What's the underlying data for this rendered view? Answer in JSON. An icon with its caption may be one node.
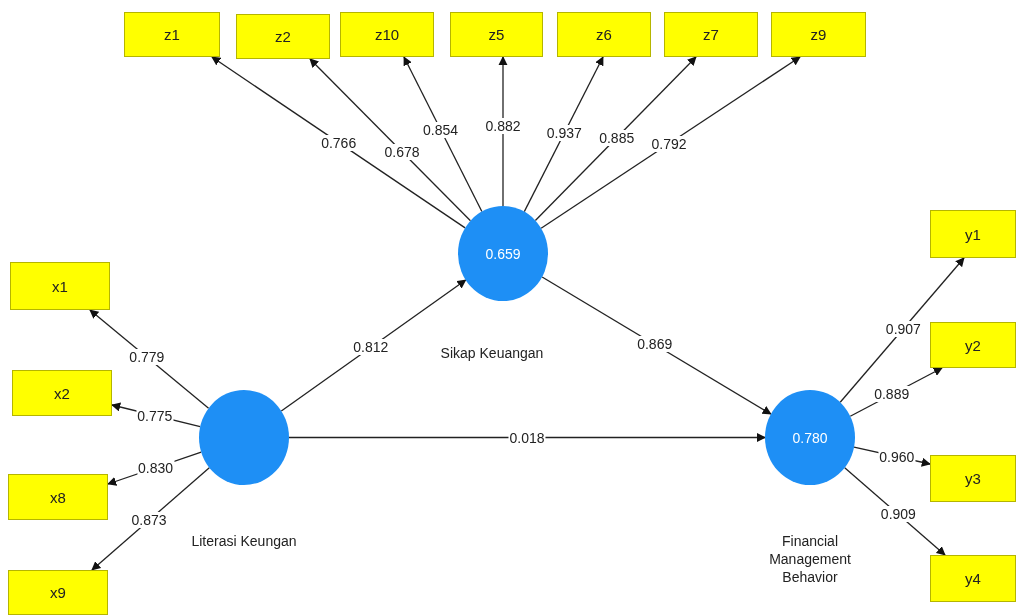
{
  "diagram": {
    "nodes": [
      {
        "text": [
          "z1"
        ]
      },
      {
        "text": [
          "z2"
        ]
      },
      {
        "text": [
          "z10"
        ]
      },
      {
        "text": [
          "z5"
        ]
      },
      {
        "text": [
          "z6"
        ]
      },
      {
        "text": [
          "z7"
        ]
      },
      {
        "text": [
          "z9"
        ]
      },
      {
        "text": [
          "0.659"
        ],
        "beside": [
          "Sikap Keuangan"
        ]
      },
      {
        "text": [],
        "shape": "circle",
        "beside": [
          "Literasi Keungan"
        ]
      },
      {
        "text": [
          "0.780"
        ],
        "beside": [
          "Financial Management Behavior"
        ]
      },
      {
        "text": [
          "x1"
        ]
      },
      {
        "text": [
          "x2"
        ]
      },
      {
        "text": [
          "x8"
        ]
      },
      {
        "text": [
          "x9"
        ]
      },
      {
        "text": [
          "y1"
        ]
      },
      {
        "text": [
          "y2"
        ]
      },
      {
        "text": [
          "y3"
        ]
      },
      {
        "text": [
          "y4"
        ]
      }
    ],
    "edges": [
      {
        "from": 7,
        "to": 0,
        "arrow": "to",
        "label": "0.766"
      },
      {
        "from": 7,
        "to": 1,
        "arrow": "to",
        "label": "0.678"
      },
      {
        "from": 7,
        "to": 2,
        "arrow": "to",
        "label": "0.854"
      },
      {
        "from": 7,
        "to": 3,
        "arrow": "to",
        "label": "0.882"
      },
      {
        "from": 7,
        "to": 4,
        "arrow": "to",
        "label": "0.937"
      },
      {
        "from": 7,
        "to": 5,
        "arrow": "to",
        "label": "0.885"
      },
      {
        "from": 7,
        "to": 6,
        "arrow": "to",
        "label": "0.792"
      },
      {
        "from": 8,
        "to": 10,
        "arrow": "to",
        "label": "0.779"
      },
      {
        "from": 8,
        "to": 11,
        "arrow": "to",
        "label": "0.775"
      },
      {
        "from": 8,
        "to": 12,
        "arrow": "to",
        "label": "0.830"
      },
      {
        "from": 8,
        "to": 13,
        "arrow": "to",
        "label": "0.873"
      },
      {
        "from": 8,
        "to": 7,
        "arrow": "to",
        "label": "0.812"
      },
      {
        "from": 7,
        "to": 9,
        "arrow": "to",
        "label": "0.869"
      },
      {
        "from": 8,
        "to": 9,
        "arrow": "to",
        "label": "0.018"
      },
      {
        "from": 9,
        "to": 14,
        "arrow": "to",
        "label": "0.907"
      },
      {
        "from": 9,
        "to": 15,
        "arrow": "to",
        "label": "0.889"
      },
      {
        "from": 9,
        "to": 16,
        "arrow": "to",
        "label": "0.960"
      },
      {
        "from": 9,
        "to": 17,
        "arrow": "to",
        "label": "0.909"
      }
    ]
  }
}
